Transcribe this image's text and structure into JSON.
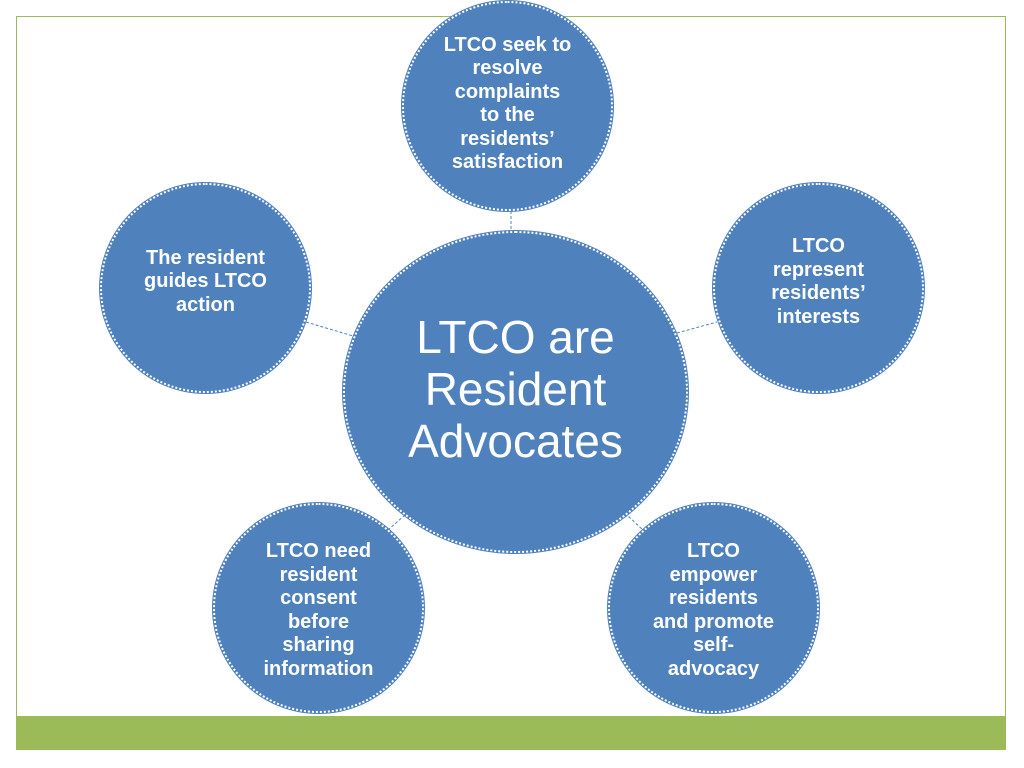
{
  "center": {
    "label": "LTCO are\nResident\nAdvocates"
  },
  "nodes": {
    "top": "LTCO seek to\nresolve\ncomplaints\nto the\nresidents’\nsatisfaction",
    "right": "LTCO\nrepresent\nresidents’\ninterests",
    "left": "The resident\nguides LTCO\naction",
    "bottom_left": "LTCO need\nresident\nconsent\nbefore\nsharing\ninformation",
    "bottom_right": "LTCO\nempower\nresidents\nand promote\nself-\nadvocacy"
  },
  "colors": {
    "node_fill": "#4f81bd",
    "node_text": "#ffffff",
    "frame_border": "#9bbb59",
    "bottom_band": "#9bbb59",
    "connector": "#4f81bd"
  }
}
